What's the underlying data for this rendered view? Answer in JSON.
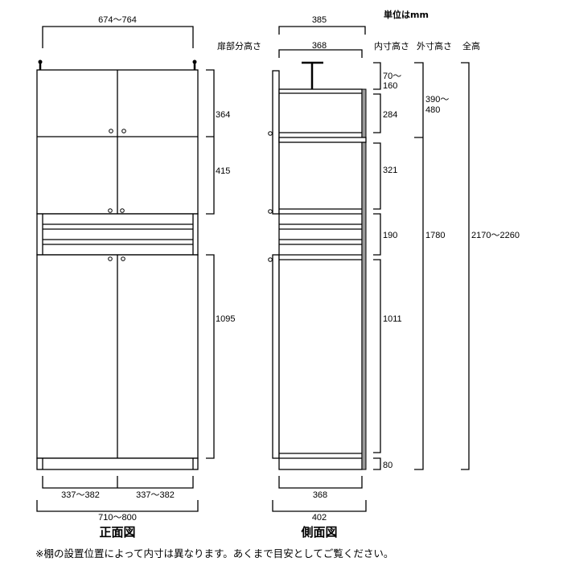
{
  "unit_label": "単位はmm",
  "headers": {
    "door_height": "扉部分高さ",
    "inner_height": "内寸高さ",
    "outer_height": "外寸高さ",
    "total_height": "全高"
  },
  "front_view": {
    "caption": "正面図",
    "top_width": "674～764",
    "door_heights": [
      "364",
      "415",
      "1095"
    ],
    "door_widths": [
      "337～382",
      "337～382"
    ],
    "total_width": "710～800"
  },
  "side_view": {
    "caption": "側面図",
    "top_depth_outer": "385",
    "top_depth_inner": "368",
    "inner_heights": [
      "70～",
      "160",
      "284",
      "321",
      "190",
      "1011",
      "80"
    ],
    "outer_heights": [
      "390～",
      "480",
      "1780"
    ],
    "total_height": "2170～2260",
    "bottom_depth_inner": "368",
    "bottom_depth_outer": "402"
  },
  "note": "※棚の設置位置によって内寸は異なります。あくまで目安としてご覧ください。"
}
